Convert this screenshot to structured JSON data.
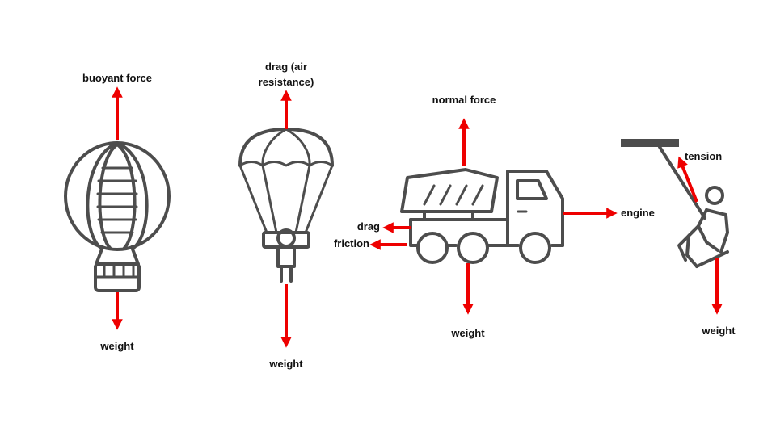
{
  "colors": {
    "arrow": "#ee0000",
    "icon": "#4d4d4d",
    "text": "#111111",
    "background": "#ffffff"
  },
  "balloon": {
    "icon": "hot-air-balloon-icon",
    "up_label": "buoyant force",
    "down_label": "weight"
  },
  "parachute": {
    "icon": "parachutist-icon",
    "up_label_line1": "drag (air",
    "up_label_line2": "resistance)",
    "down_label": "weight"
  },
  "truck": {
    "icon": "dump-truck-icon",
    "up_label": "normal force",
    "right_label": "engine",
    "left_label_1": "drag",
    "left_label_2": "friction",
    "down_label": "weight"
  },
  "swing": {
    "icon": "rope-swing-person-icon",
    "tension_label": "tension",
    "down_label": "weight"
  }
}
